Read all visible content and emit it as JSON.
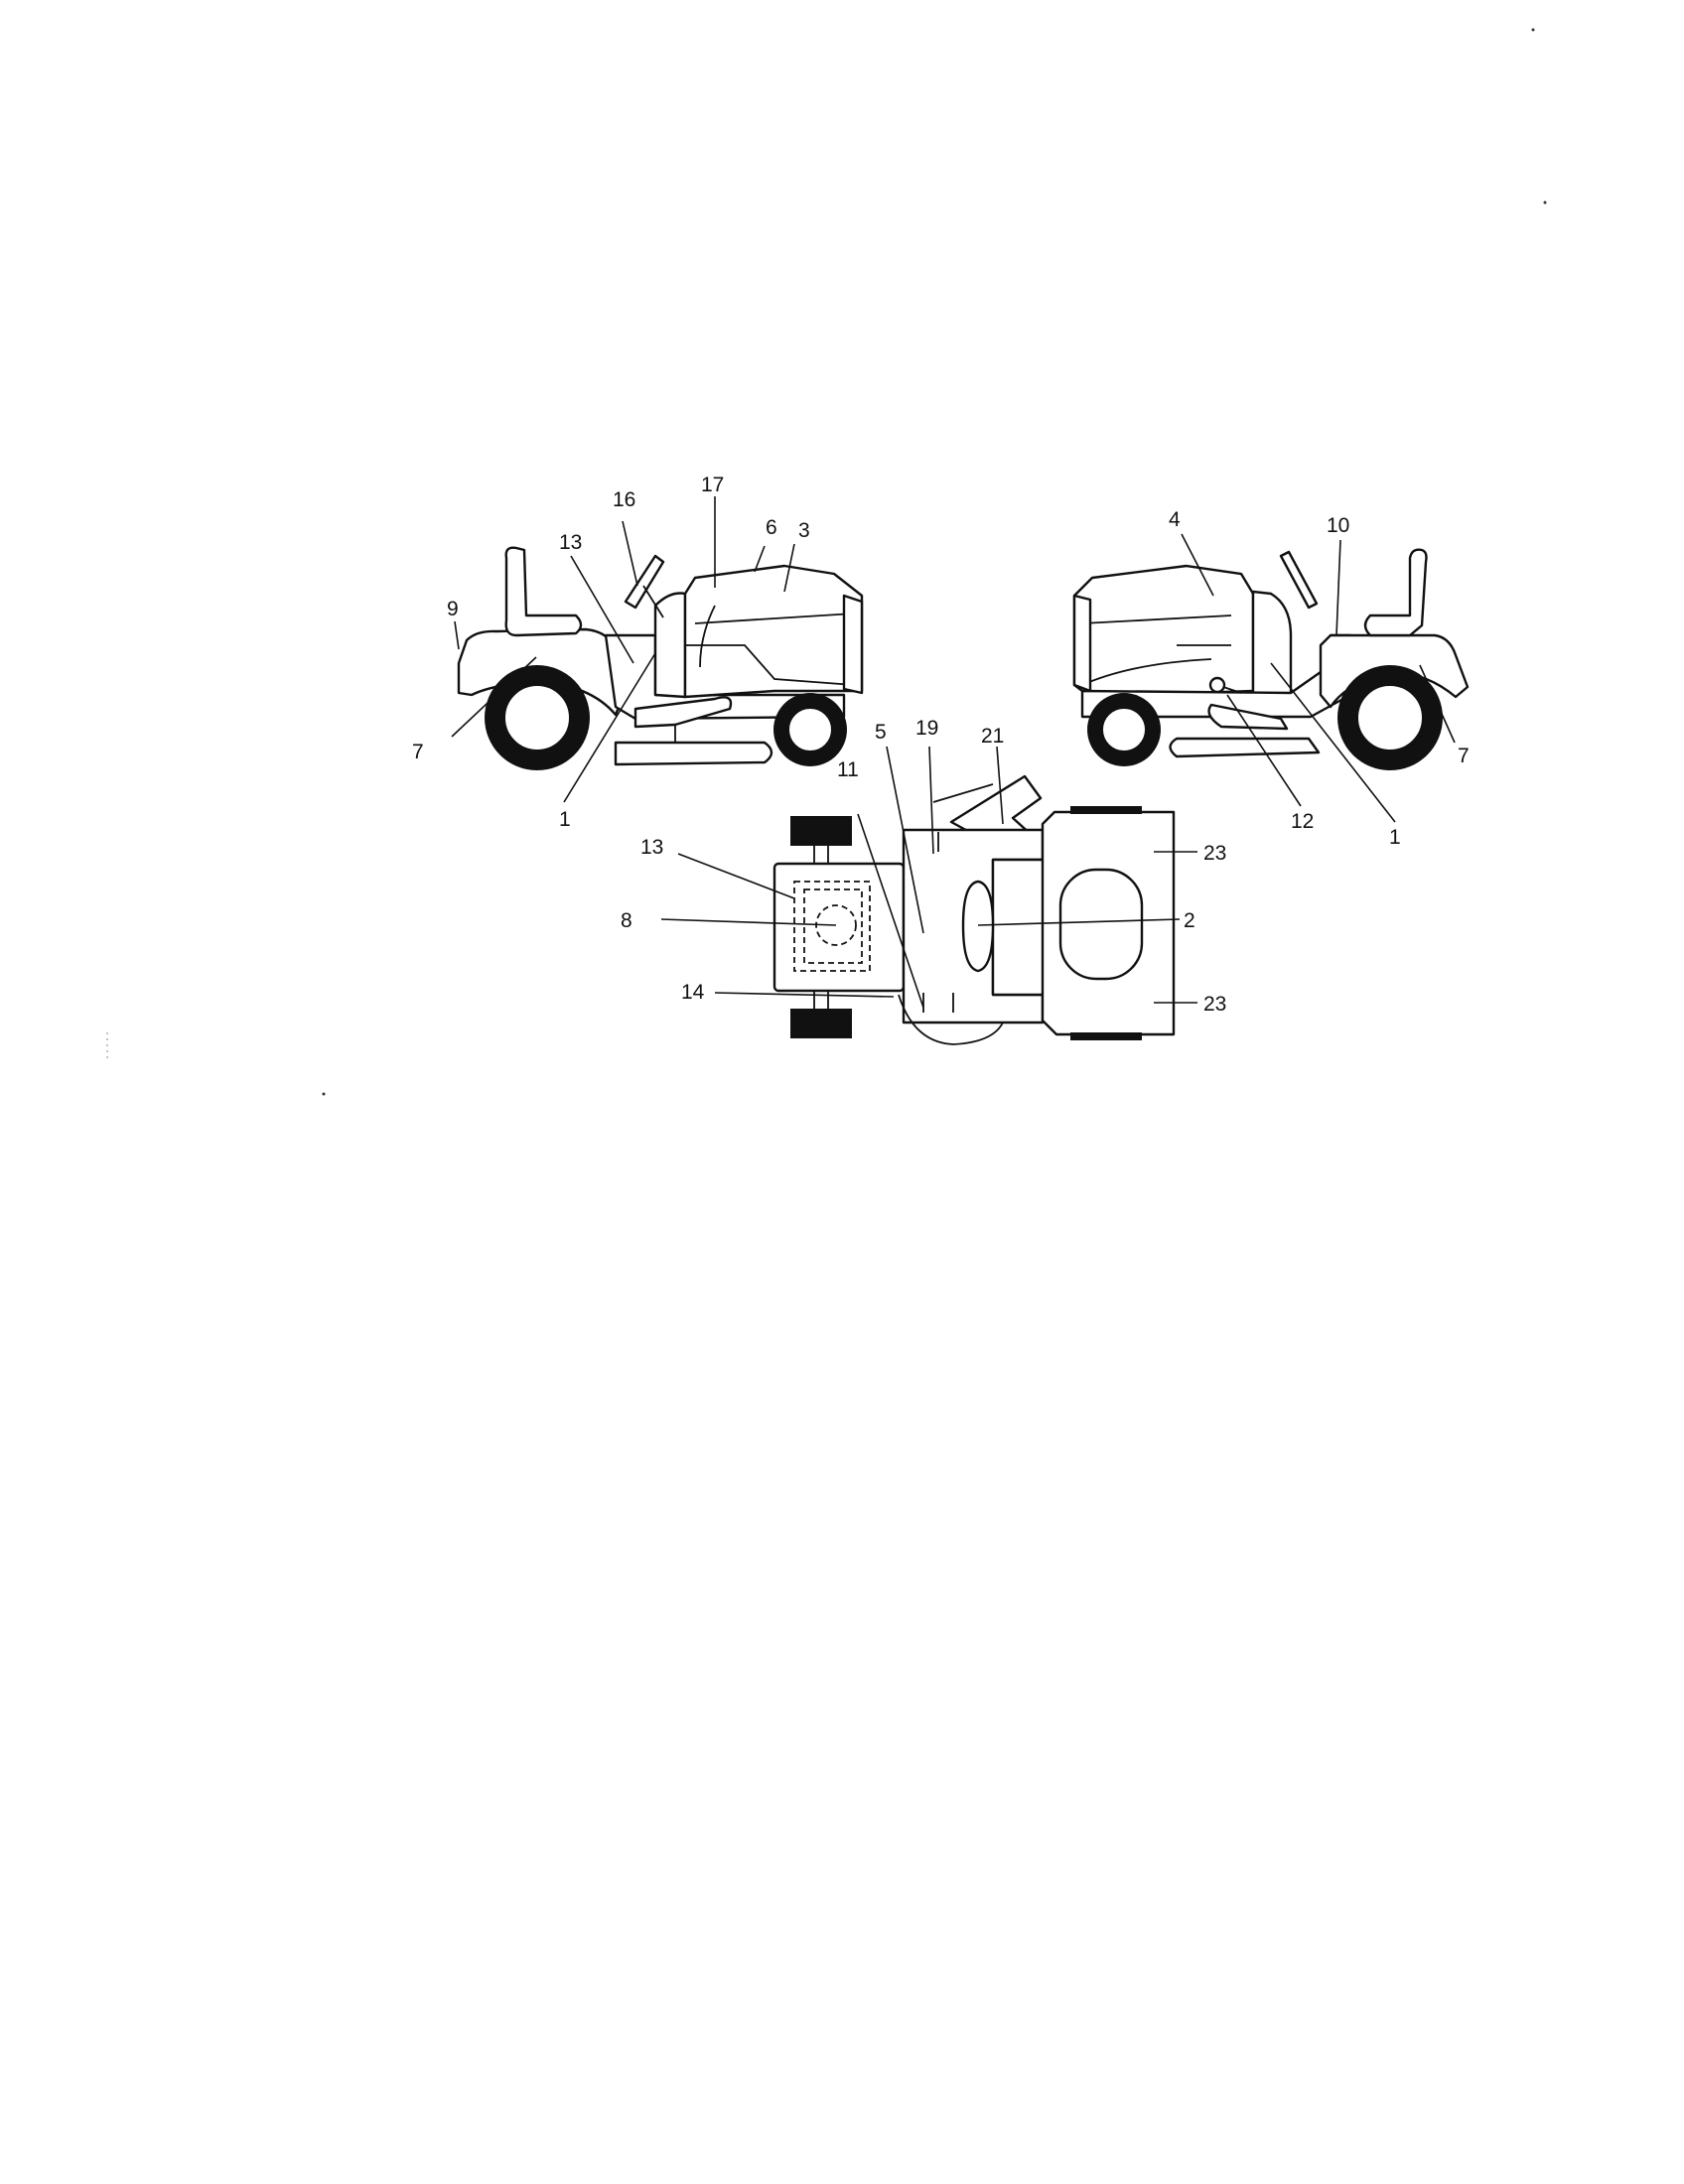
{
  "diagram": {
    "callouts": {
      "left_view": {
        "c16": "16",
        "c17": "17",
        "c6": "6",
        "c3": "3",
        "c13": "13",
        "c9": "9",
        "c7": "7",
        "c1": "1"
      },
      "right_view": {
        "c4": "4",
        "c10": "10",
        "c7": "7",
        "c12": "12",
        "c1": "1"
      },
      "top_view": {
        "c5": "5",
        "c19": "19",
        "c21": "21",
        "c11": "11",
        "c13": "13",
        "c8": "8",
        "c14": "14",
        "c23a": "23",
        "c2": "2",
        "c23b": "23"
      }
    }
  }
}
